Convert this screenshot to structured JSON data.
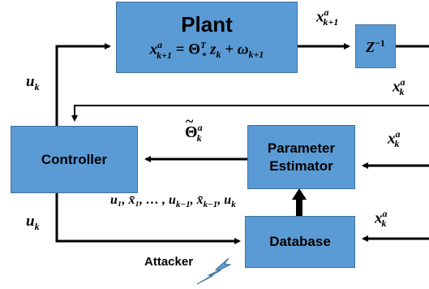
{
  "plant": {
    "title": "Plant",
    "equation_lhs": "x",
    "equation_lhs_sup": "a",
    "equation_lhs_sub": "k+1",
    "equation_mid": "= Θ",
    "theta_sub": "*",
    "theta_sup": "T",
    "equation_z": "z",
    "equation_z_sub": "k",
    "equation_plus": "+ ω",
    "equation_omega_sub": "k+1"
  },
  "delay": {
    "label": "Z",
    "label_sup": "−1"
  },
  "controller": {
    "label": "Controller"
  },
  "estimator": {
    "line1": "Parameter",
    "line2": "Estimator"
  },
  "database": {
    "label": "Database"
  },
  "attacker": {
    "label": "Attacker"
  },
  "signals": {
    "x": "x",
    "a": "a",
    "k": "k",
    "kp1": "k+1",
    "u": "u",
    "theta": "Θ",
    "theta_tilde": "~",
    "history": "u₁, x̄₁, … , u",
    "history_sub": "k−1",
    "history_mid": ", x̄",
    "history_end": ", u"
  },
  "colors": {
    "block_fill": "#5b9bd5",
    "block_border": "#41719c",
    "wire": "#000000",
    "attacker_bolt": "#5b9bd5"
  }
}
